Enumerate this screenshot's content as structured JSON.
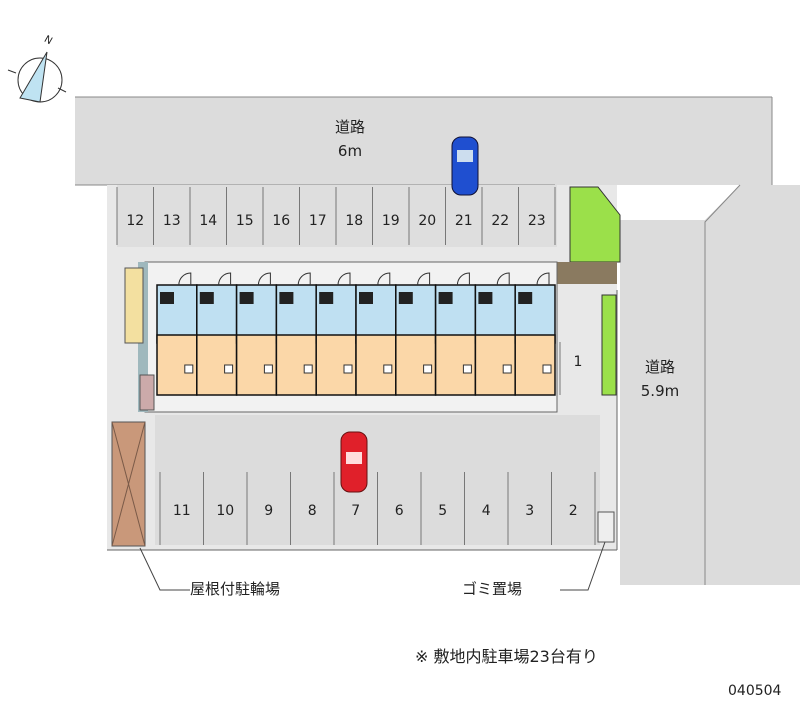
{
  "compass": {
    "north_label": "N"
  },
  "roads": {
    "top": {
      "name": "道路",
      "width": "6m"
    },
    "right": {
      "name": "道路",
      "width": "5.9m"
    }
  },
  "parking": {
    "top_row": [
      "12",
      "13",
      "14",
      "15",
      "16",
      "17",
      "18",
      "19",
      "20",
      "21",
      "22",
      "23"
    ],
    "bottom_row": [
      "11",
      "10",
      "9",
      "8",
      "7",
      "6",
      "5",
      "4",
      "3",
      "2"
    ],
    "side": "1"
  },
  "labels": {
    "bicycle_parking": "屋根付駐輪場",
    "garbage": "ゴミ置場",
    "note": "※ 敷地内駐車場23台有り",
    "code": "040504"
  },
  "colors": {
    "road": "#dcdcdc",
    "lot": "#e6e6e6",
    "room": "#fbd7a8",
    "wet": "#bfe0f2",
    "green": "#9be04a",
    "car_blue": "#1f4fd0",
    "car_red": "#e0202a"
  },
  "units": 10
}
